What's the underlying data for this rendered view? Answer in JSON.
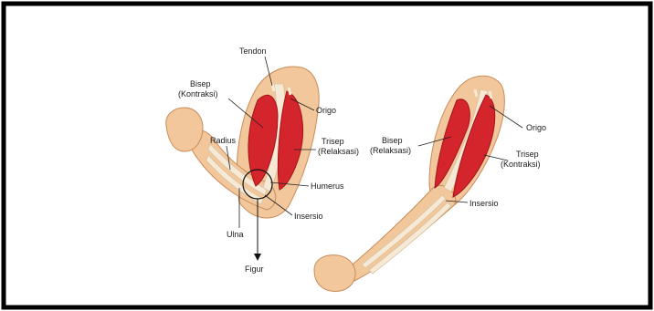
{
  "diagram": {
    "left_arm": {
      "tendon": "Tendon",
      "bisep_line1": "Bisep",
      "bisep_line2": "(Kontraksi)",
      "origo": "Origo",
      "radius": "Radius",
      "trisep_line1": "Trisep",
      "trisep_line2": "(Relaksasi)",
      "humerus": "Humerus",
      "insersio": "Insersio",
      "ulna": "Ulna",
      "figur": "Figur"
    },
    "right_arm": {
      "origo": "Origo",
      "bisep_line1": "Bisep",
      "bisep_line2": "(Relaksasi)",
      "trisep_line1": "Trisep",
      "trisep_line2": "(Kontraksi)",
      "insersio": "Insersio"
    }
  },
  "colors": {
    "skin": "#f2c79c",
    "skin_shadow": "#d9a46f",
    "muscle": "#d4242c",
    "muscle_dark": "#a3141c",
    "bone": "#f6ead7",
    "frame": "#000000"
  }
}
